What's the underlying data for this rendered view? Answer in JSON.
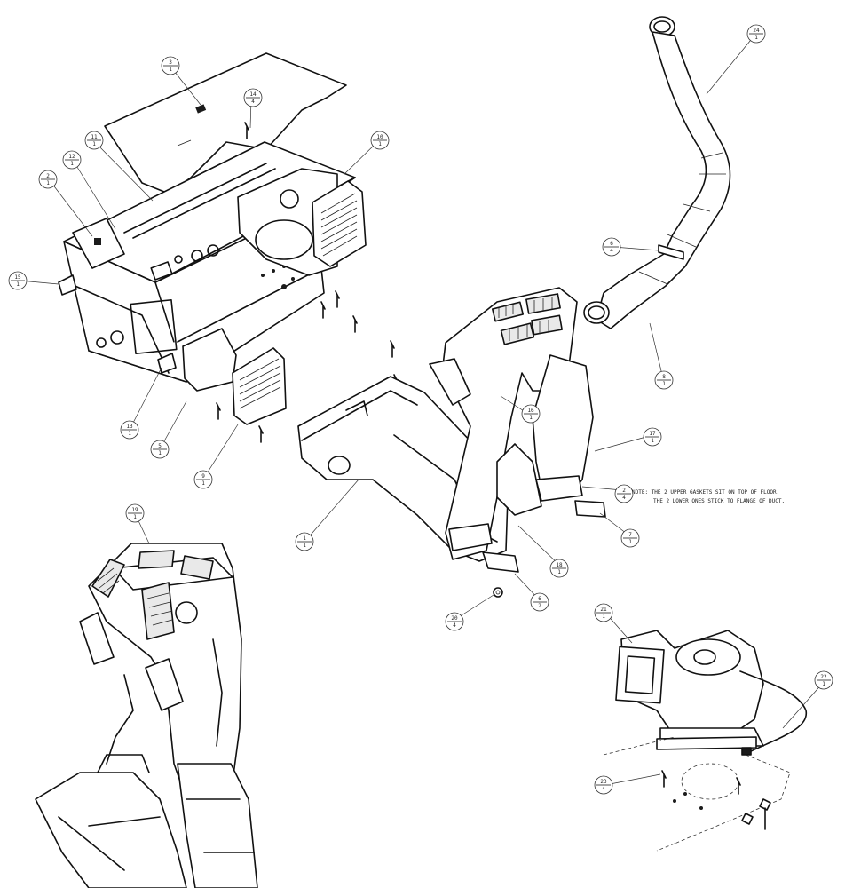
{
  "callouts": [
    {
      "id": "c-cover",
      "label": "3",
      "sub": "1"
    },
    {
      "id": "c-screw-top",
      "label": "14",
      "sub": "4"
    },
    {
      "id": "c-housing-right",
      "label": "10",
      "sub": "1"
    },
    {
      "id": "c-strip",
      "label": "11",
      "sub": "1"
    },
    {
      "id": "c-bracket-a",
      "label": "12",
      "sub": "1"
    },
    {
      "id": "c-bracket-b",
      "label": "2",
      "sub": "1"
    },
    {
      "id": "c-left-clip",
      "label": "15",
      "sub": "1"
    },
    {
      "id": "c-lower-clip",
      "label": "13",
      "sub": "1"
    },
    {
      "id": "c-hood",
      "label": "5",
      "sub": "1"
    },
    {
      "id": "c-louver",
      "label": "9",
      "sub": "1"
    },
    {
      "id": "c-hose",
      "label": "24",
      "sub": "1"
    },
    {
      "id": "c-hose-clamp",
      "label": "6",
      "sub": "4"
    },
    {
      "id": "c-hose-lower",
      "label": "8",
      "sub": "1"
    },
    {
      "id": "c-main-duct",
      "label": "1",
      "sub": "1"
    },
    {
      "id": "c-mid-screw",
      "label": "16",
      "sub": "1"
    },
    {
      "id": "c-right-arm",
      "label": "17",
      "sub": "1"
    },
    {
      "id": "c-gasket",
      "label": "2",
      "sub": "4"
    },
    {
      "id": "c-bracket-foot-r",
      "label": "7",
      "sub": "1"
    },
    {
      "id": "c-lower-arm",
      "label": "18",
      "sub": "1"
    },
    {
      "id": "c-bracket-foot-l",
      "label": "6",
      "sub": "2"
    },
    {
      "id": "c-nut",
      "label": "20",
      "sub": "4"
    },
    {
      "id": "c-dash-assy",
      "label": "19",
      "sub": "1"
    },
    {
      "id": "c-blower",
      "label": "21",
      "sub": "1"
    },
    {
      "id": "c-connector",
      "label": "22",
      "sub": "1"
    },
    {
      "id": "c-stud",
      "label": "23",
      "sub": "4"
    }
  ],
  "note": {
    "line1": "NOTE: THE 2 UPPER GASKETS SIT ON TOP OF FLOOR.",
    "line2": "THE 2 LOWER ONES STICK TO FLANGE OF DUCT."
  }
}
